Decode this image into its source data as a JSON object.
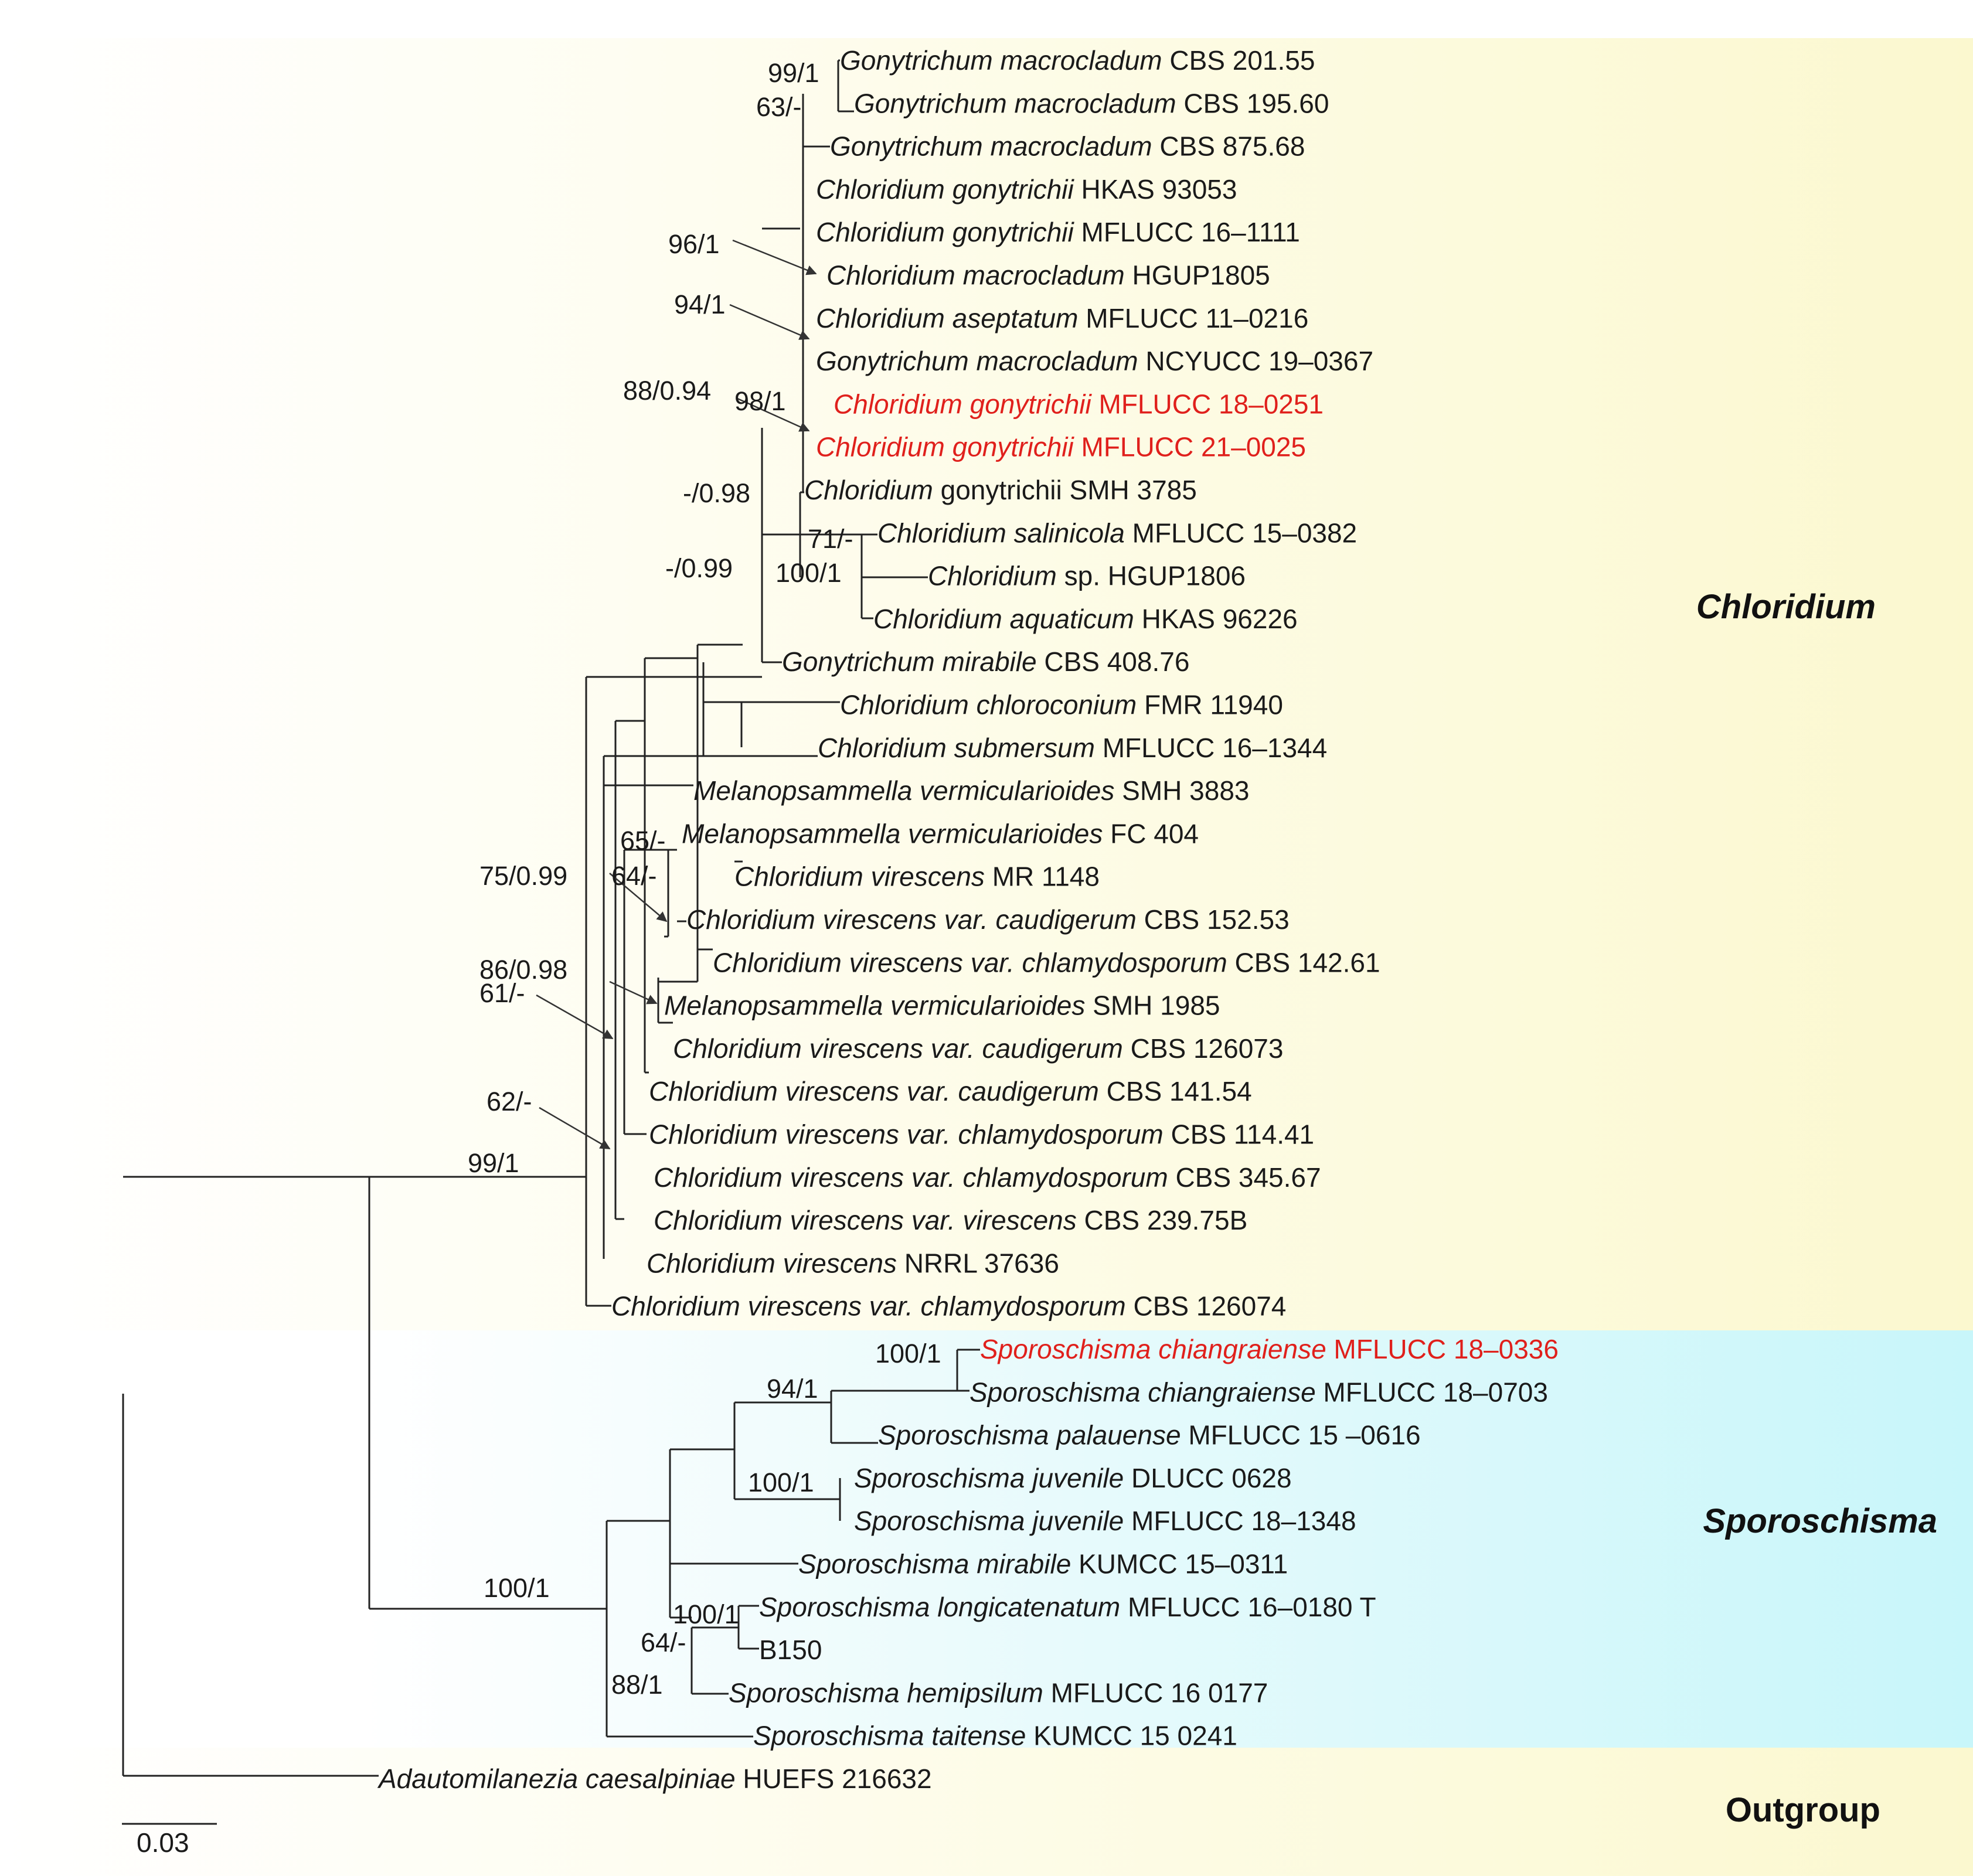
{
  "clades": {
    "chloridium": "Chloridium",
    "sporoschisma": "Sporoschisma",
    "outgroup": "Outgroup"
  },
  "scale_bar_label": "0.03",
  "colors": {
    "highlight": "#e0201c",
    "bg_chloridium": "#fdfbdc",
    "bg_sporoschisma": "#cff7fa",
    "bg_outgroup": "#fdfbdc"
  },
  "taxa": [
    {
      "genus": "Gonytrichum macrocladum",
      "strain": "CBS 201.55",
      "highlight": false
    },
    {
      "genus": "Gonytrichum macrocladum",
      "strain": "CBS 195.60",
      "highlight": false
    },
    {
      "genus": "Gonytrichum macrocladum",
      "strain": "CBS 875.68",
      "highlight": false
    },
    {
      "genus": "Chloridium gonytrichii",
      "strain": "HKAS 93053",
      "highlight": false
    },
    {
      "genus": "Chloridium gonytrichii",
      "strain": "MFLUCC 16–1111",
      "highlight": false
    },
    {
      "genus": "Chloridium macrocladum",
      "strain": " HGUP1805",
      "highlight": false
    },
    {
      "genus": "Chloridium aseptatum",
      "strain": "MFLUCC 11–0216",
      "highlight": false
    },
    {
      "genus": "Gonytrichum macrocladum",
      "strain": "NCYUCC 19–0367",
      "highlight": false
    },
    {
      "genus": "Chloridium gonytrichii",
      "strain": "MFLUCC 18–0251",
      "highlight": true
    },
    {
      "genus": "Chloridium gonytrichii",
      "strain": "MFLUCC 21–0025",
      "highlight": true
    },
    {
      "genus": "Chloridium",
      "strain": "gonytrichii SMH 3785",
      "highlight": false
    },
    {
      "genus": "Chloridium salinicola",
      "strain": " MFLUCC 15–0382",
      "highlight": false
    },
    {
      "genus": "Chloridium",
      "strain": "sp. HGUP1806",
      "highlight": false
    },
    {
      "genus": "Chloridium aquaticum",
      "strain": "HKAS 96226",
      "highlight": false
    },
    {
      "genus": "Gonytrichum mirabile",
      "strain": "CBS 408.76",
      "highlight": false
    },
    {
      "genus": "Chloridium chloroconium",
      "strain": "FMR 11940",
      "highlight": false
    },
    {
      "genus": "Chloridium submersum",
      "strain": "MFLUCC 16–1344",
      "highlight": false
    },
    {
      "genus": "Melanopsammella vermicularioides",
      "strain": "SMH 3883",
      "highlight": false
    },
    {
      "genus": "Melanopsammella vermicularioides",
      "strain": "FC 404",
      "highlight": false
    },
    {
      "genus": "Chloridium virescens",
      "strain": "MR 1148",
      "highlight": false
    },
    {
      "genus": "Chloridium virescens var. caudigerum",
      "strain": "CBS 152.53",
      "highlight": false
    },
    {
      "genus": "Chloridium virescens var. chlamydosporum",
      "strain": "CBS 142.61",
      "highlight": false
    },
    {
      "genus": "Melanopsammella vermicularioides",
      "strain": "SMH 1985",
      "highlight": false
    },
    {
      "genus": "Chloridium virescens var. caudigerum",
      "strain": "CBS 126073",
      "highlight": false
    },
    {
      "genus": "Chloridium virescens var. caudigerum",
      "strain": "CBS 141.54",
      "highlight": false
    },
    {
      "genus": "Chloridium virescens var. chlamydosporum",
      "strain": "CBS 114.41",
      "highlight": false
    },
    {
      "genus": "Chloridium virescens var. chlamydosporum",
      "strain": "CBS 345.67",
      "highlight": false
    },
    {
      "genus": "Chloridium virescens var. virescens",
      "strain": "CBS 239.75B",
      "highlight": false
    },
    {
      "genus": "Chloridium virescens",
      "strain": "NRRL 37636",
      "highlight": false
    },
    {
      "genus": "Chloridium virescens var. chlamydosporum",
      "strain": "CBS 126074",
      "highlight": false
    },
    {
      "genus": "Sporoschisma chiangraiense",
      "strain": "MFLUCC 18–0336",
      "highlight": true
    },
    {
      "genus": "Sporoschisma chiangraiense",
      "strain": "MFLUCC 18–0703",
      "highlight": false
    },
    {
      "genus": "Sporoschisma palauense",
      "strain": "MFLUCC 15 –0616",
      "highlight": false
    },
    {
      "genus": "Sporoschisma juvenile",
      "strain": "DLUCC 0628",
      "highlight": false
    },
    {
      "genus": "Sporoschisma juvenile",
      "strain": "MFLUCC 18–1348",
      "highlight": false
    },
    {
      "genus": "Sporoschisma mirabile",
      "strain": "KUMCC 15–0311",
      "highlight": false
    },
    {
      "genus": "Sporoschisma longicatenatum",
      "strain": "MFLUCC 16–0180 T",
      "highlight": false
    },
    {
      "genus": "",
      "strain": "B150",
      "highlight": false
    },
    {
      "genus": "Sporoschisma hemipsilum",
      "strain": "MFLUCC 16 0177",
      "highlight": false
    },
    {
      "genus": "Sporoschisma taitense",
      "strain": "KUMCC 15 0241",
      "highlight": false
    },
    {
      "genus": "Adautomilanezia caesalpiniae",
      "strain": "HUEFS 216632",
      "highlight": false
    }
  ],
  "support_values": [
    "99/1",
    "63/-",
    "96/1",
    "94/1",
    "88/0.94",
    "98/1",
    "-/0.98",
    "71/-",
    "100/1",
    "-/0.99",
    "65/-",
    "75/0.99",
    "64/-",
    "86/0.98",
    "61/-",
    "62/-",
    "99/1",
    "100/1",
    "94/1",
    "100/1",
    "100/1",
    "100/1",
    "64/-",
    "88/1"
  ]
}
